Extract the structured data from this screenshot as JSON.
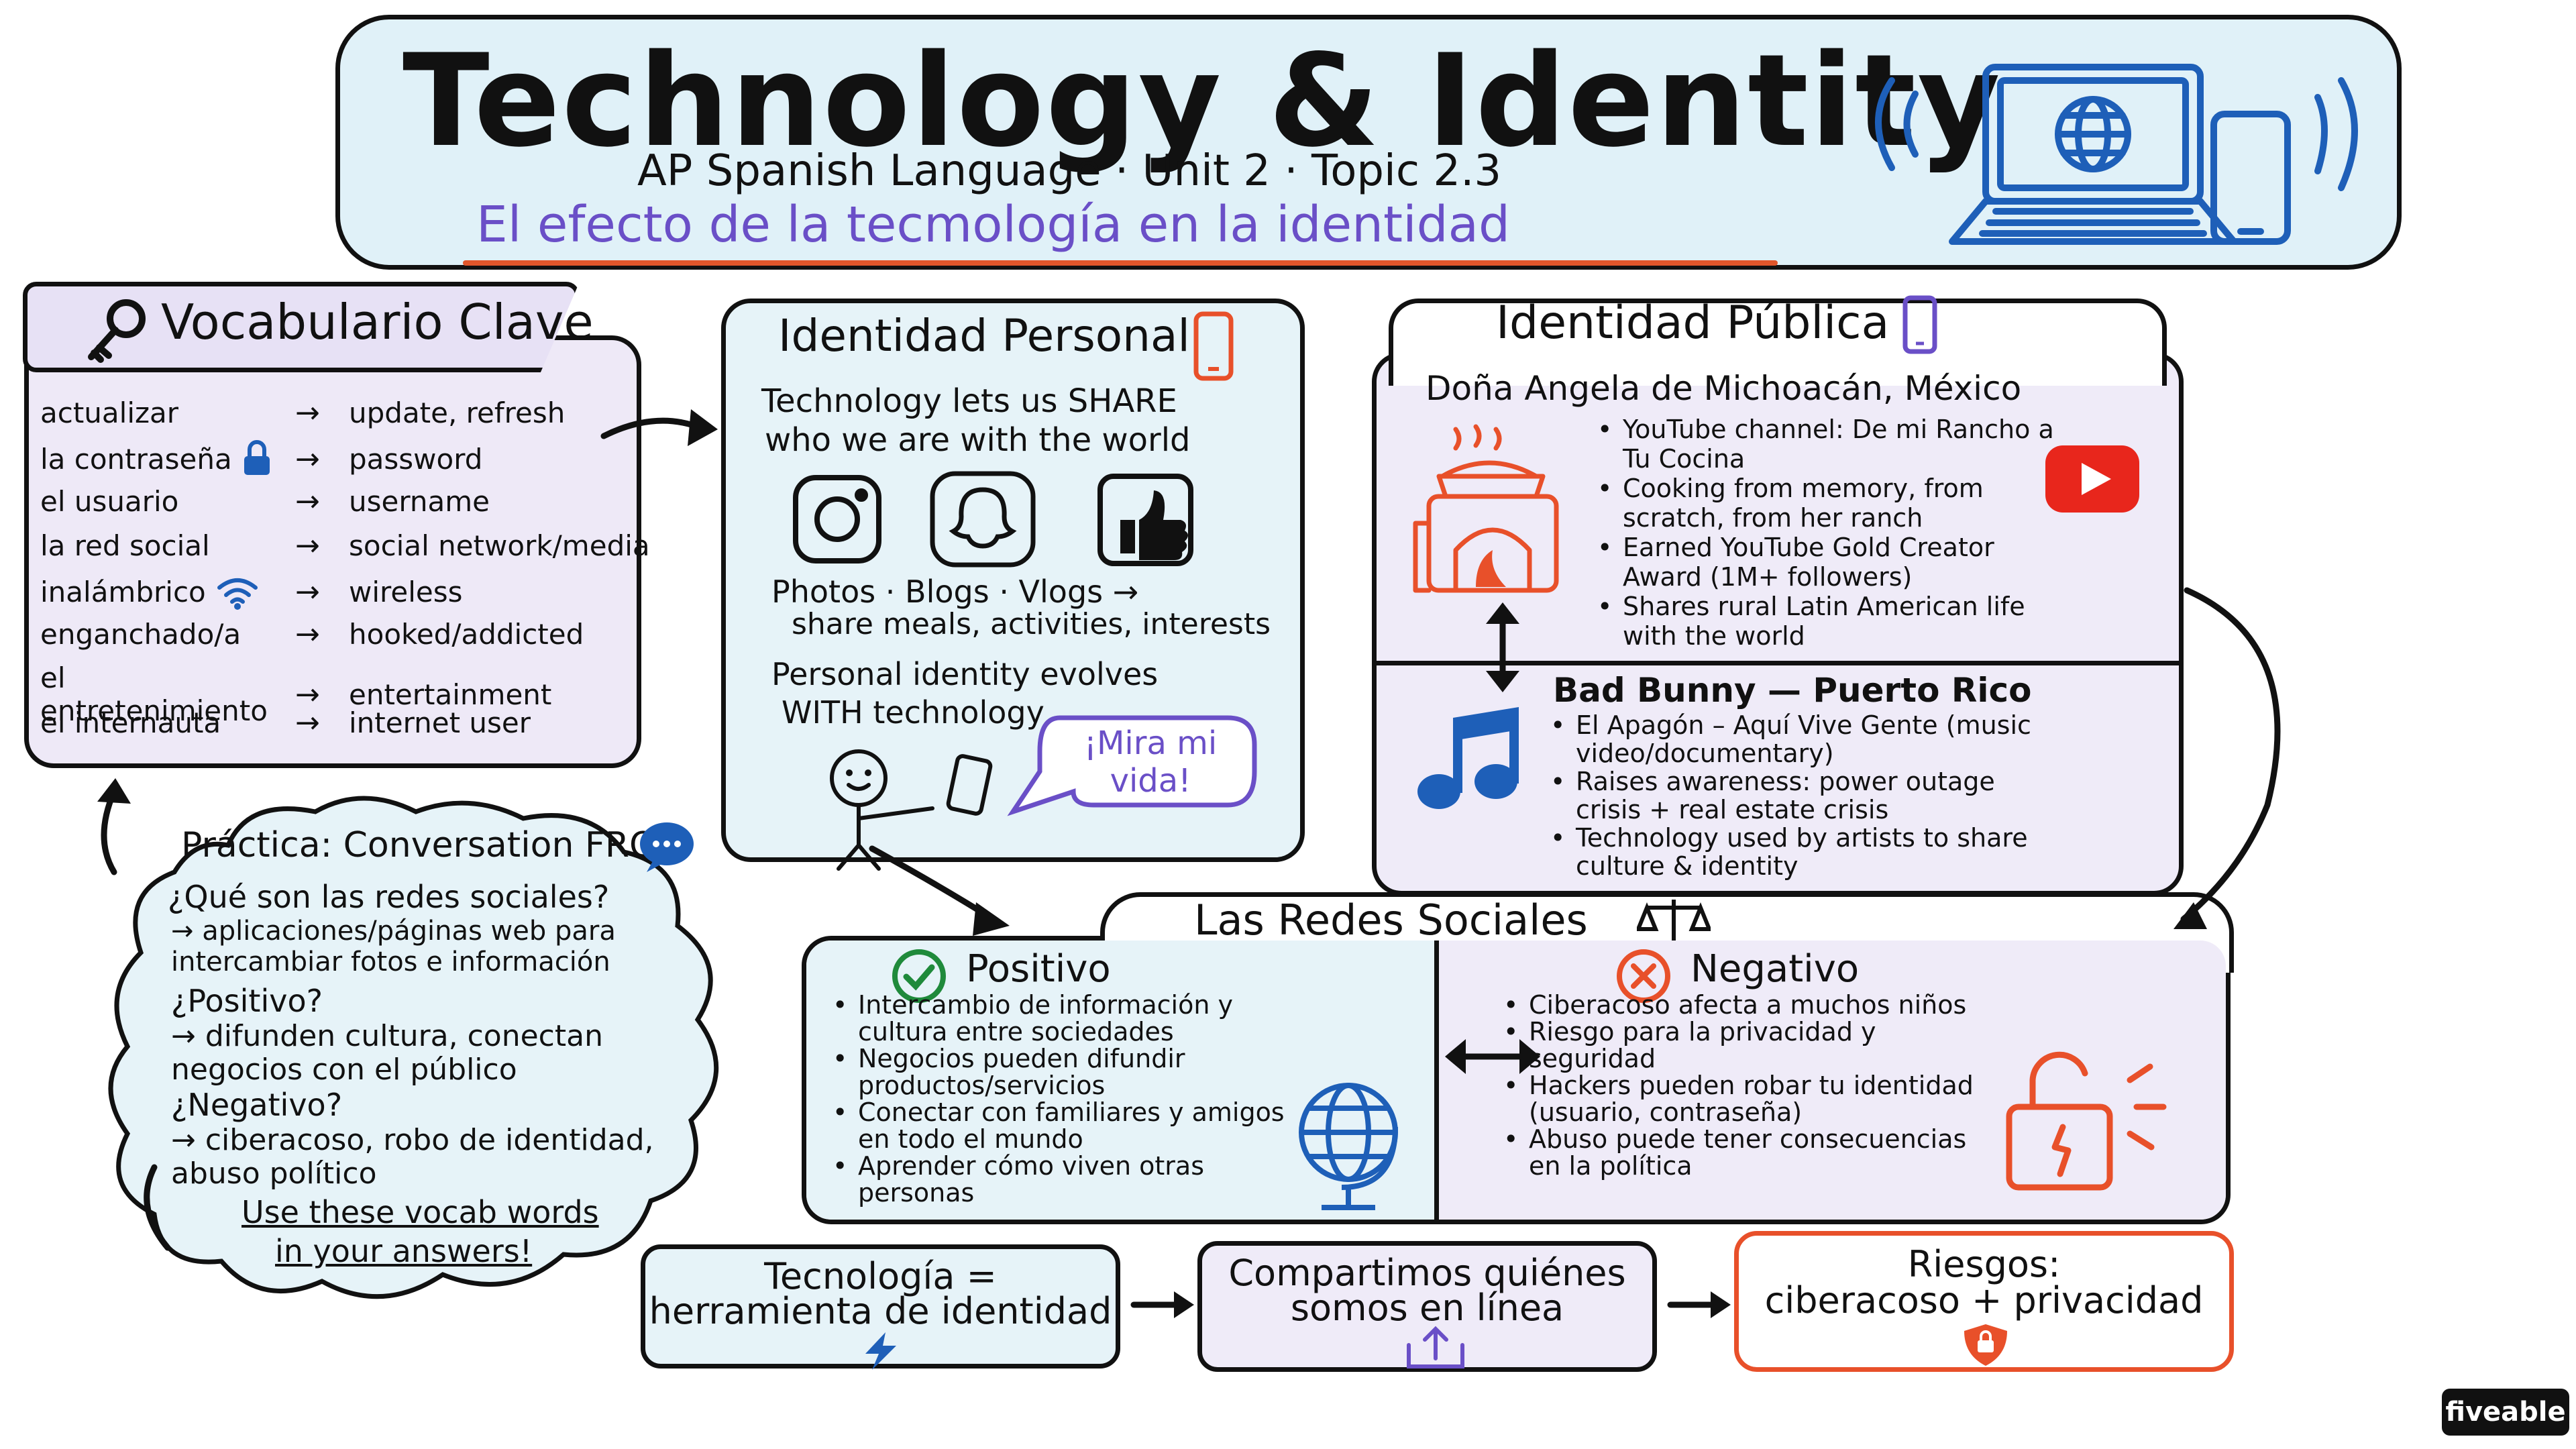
{
  "header": {
    "title": "Technology & Identity",
    "subtitle": "AP Spanish Language · Unit 2 · Topic 2.3",
    "spanish_title": "El efecto de la tecmología en la identidad"
  },
  "vocab": {
    "title": "Vocabulario Clave",
    "items": [
      {
        "es": "actualizar",
        "en": "update, refresh",
        "icon": ""
      },
      {
        "es": "la contraseña",
        "en": "password",
        "icon": "lock-icon"
      },
      {
        "es": "el usuario",
        "en": "username",
        "icon": ""
      },
      {
        "es": "la red social",
        "en": "social network/media",
        "icon": ""
      },
      {
        "es": "inalámbrico",
        "en": "wireless",
        "icon": "wifi-icon"
      },
      {
        "es": "enganchado/a",
        "en": "hooked/addicted",
        "icon": ""
      },
      {
        "es": "el entretenimiento",
        "en": "entertainment",
        "icon": ""
      },
      {
        "es": "el internauta",
        "en": "internet user",
        "icon": ""
      }
    ]
  },
  "personal": {
    "title": "Identidad Personal",
    "line1": "Technology lets us SHARE",
    "line2": "who we are with the world",
    "media_line": "Photos · Blogs · Vlogs →",
    "media_line2": "share meals, activities, interests",
    "evolves1": "Personal identity evolves",
    "evolves2": "WITH technology",
    "speech": "¡Mira mi vida!",
    "icons": [
      "instagram-icon",
      "snapchat-icon",
      "thumbs-up-icon"
    ]
  },
  "public": {
    "title": "Identidad Pública",
    "angela": {
      "name": "Doña Angela de Michoacán, México",
      "bullets": [
        "YouTube channel: De mi Rancho a Tu Cocina",
        "Cooking from memory, from scratch, from her ranch",
        "Earned YouTube Gold Creator Award (1M+ followers)",
        "Shares rural Latin American life with the world"
      ]
    },
    "bunny": {
      "name": "Bad Bunny — Puerto Rico",
      "bullets": [
        "El Apagón – Aquí Vive Gente (music video/documentary)",
        "Raises awareness: power outage crisis + real estate crisis",
        "Technology used by artists to share culture & identity"
      ]
    }
  },
  "practice": {
    "title": "Práctica: Conversation FRQ",
    "q1": "¿Qué son las redes sociales?",
    "a1": "→ aplicaciones/páginas web para intercambiar fotos e información",
    "q2": "¿Positivo?",
    "a2": "→ difunden cultura, conectan negocios con el público",
    "q3": "¿Negativo?",
    "a3": "→ ciberacoso, robo de identidad, abuso político",
    "note1": "Use these vocab words",
    "note2": "in your answers!"
  },
  "redes": {
    "title": "Las Redes Sociales",
    "positive_title": "Positivo",
    "positive": [
      "Intercambio de información y cultura entre sociedades",
      "Negocios pueden difundir productos/servicios",
      "Conectar con familiares y amigos en todo el mundo",
      "Aprender cómo viven otras personas"
    ],
    "negative_title": "Negativo",
    "negative": [
      "Ciberacoso afecta a muchos niños",
      "Riesgo para la privacidad y seguridad",
      "Hackers pueden robar tu identidad (usuario, contraseña)",
      "Abuso puede tener consecuencias en la política"
    ]
  },
  "flow": {
    "box1_line1": "Tecnología =",
    "box1_line2": "herramienta de identidad",
    "box2_line1": "Compartimos quiénes",
    "box2_line2": "somos en línea",
    "box3_line1": "Riesgos:",
    "box3_line2": "ciberacoso + privacidad"
  },
  "brand": "fiveable",
  "colors": {
    "accent_purple": "#6a4fc7",
    "accent_orange": "#e8502a",
    "icon_blue": "#1e5fb8",
    "light_blue": "#e0f1f8",
    "light_purple": "#efebf8"
  }
}
